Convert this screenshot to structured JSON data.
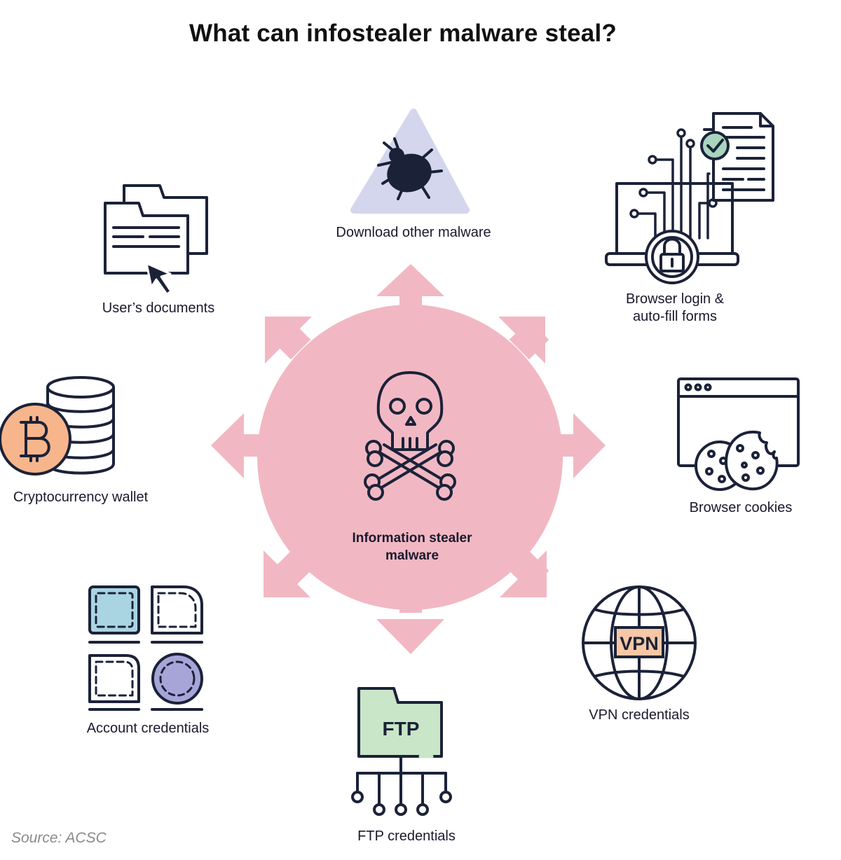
{
  "title": "What can infostealer malware steal?",
  "center": {
    "line1": "Information stealer",
    "line2": "malware"
  },
  "items": {
    "download": {
      "label": "Download other malware"
    },
    "documents": {
      "label": "User’s documents"
    },
    "browser_login": {
      "line1": "Browser login &",
      "line2": "auto-fill forms"
    },
    "crypto": {
      "label": "Cryptocurrency wallet"
    },
    "cookies": {
      "label": "Browser cookies"
    },
    "accounts": {
      "label": "Account credentials"
    },
    "vpn": {
      "label": "VPN credentials",
      "badge": "VPN"
    },
    "ftp": {
      "label": "FTP credentials",
      "badge": "FTP"
    }
  },
  "source": "Source: ACSC",
  "colors": {
    "hub": "#f1b8c3",
    "ink": "#1b2238",
    "triangle": "#d4d6ee",
    "bitcoin": "#f7b58c",
    "cell_blue": "#a9d5e2",
    "cell_purple": "#a7a5d8",
    "vpn_badge": "#f7c7a6",
    "ftp_folder": "#c9e6c8"
  },
  "icons": [
    "skull-crossbones-icon",
    "bug-icon",
    "folder-documents-icon",
    "cursor-icon",
    "laptop-lock-icon",
    "checkmark-icon",
    "database-coins-icon",
    "bitcoin-icon",
    "browser-window-icon",
    "cookie-icon",
    "credential-grid-icon",
    "globe-icon",
    "folder-network-icon"
  ]
}
